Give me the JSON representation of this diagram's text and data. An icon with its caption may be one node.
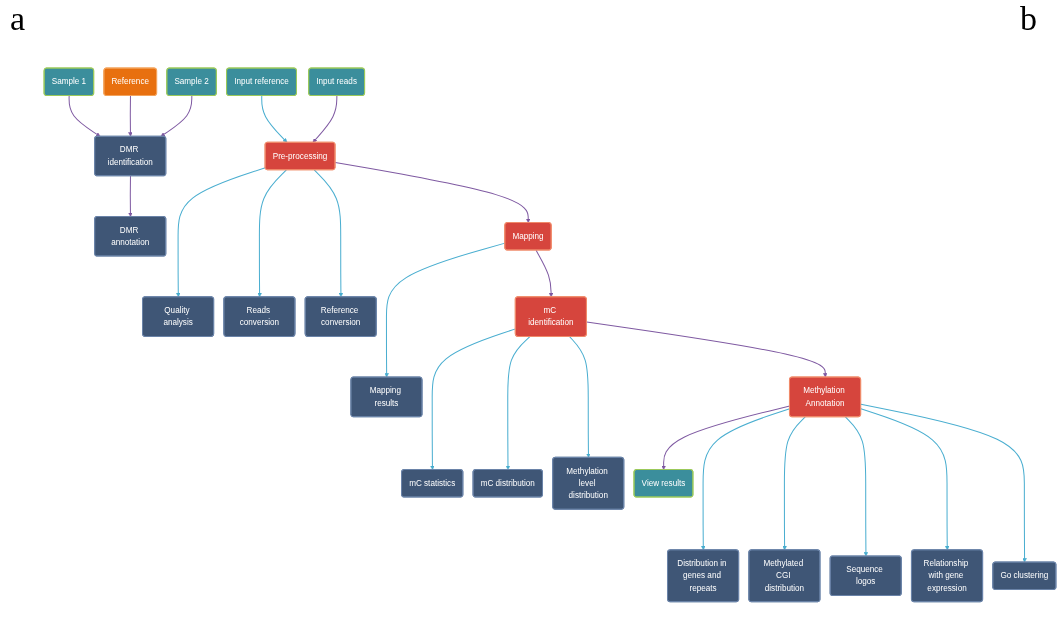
{
  "diagram": {
    "nodes": [
      {
        "text": [
          "Input reference"
        ]
      },
      {
        "text": [
          "Input reads"
        ]
      },
      {
        "text": [
          "Pre-processing"
        ]
      },
      {
        "text": [
          "Quality analysis"
        ]
      },
      {
        "text": [
          "Reads conversion"
        ]
      },
      {
        "text": [
          "Reference conversion"
        ]
      },
      {
        "text": [
          "Mapping"
        ]
      },
      {
        "text": [
          "Mapping results"
        ]
      },
      {
        "text": [
          "mC identification"
        ]
      },
      {
        "text": [
          "mC statistics"
        ]
      },
      {
        "text": [
          "mC distribution"
        ]
      },
      {
        "text": [
          "Methylation level distribution"
        ]
      },
      {
        "text": [
          "Methylation Annotation"
        ]
      },
      {
        "text": [
          "View results"
        ]
      },
      {
        "text": [
          "Distribution in genes and repeats"
        ]
      },
      {
        "text": [
          "Methylated CGI distribution"
        ]
      },
      {
        "text": [
          "Sequence logos"
        ]
      },
      {
        "text": [
          "Relationship with gene expression"
        ]
      },
      {
        "text": [
          "Go clustering"
        ]
      },
      {
        "text": [
          "Sample 1"
        ]
      },
      {
        "text": [
          "Reference"
        ]
      },
      {
        "text": [
          "Sample 2"
        ]
      },
      {
        "text": [
          "DMR identification"
        ]
      },
      {
        "text": [
          "DMR annotation"
        ]
      }
    ],
    "edges": [
      {
        "from": 0,
        "to": 2,
        "arrow": "to"
      },
      {
        "from": 1,
        "to": 2,
        "arrow": "to",
        "color": "#7f5aa2"
      },
      {
        "from": 2,
        "to": 3,
        "arrow": "to"
      },
      {
        "from": 2,
        "to": 4,
        "arrow": "to"
      },
      {
        "from": 2,
        "to": 5,
        "arrow": "to"
      },
      {
        "from": 2,
        "to": 6,
        "arrow": "to",
        "color": "#7f5aa2"
      },
      {
        "from": 6,
        "to": 7,
        "arrow": "to"
      },
      {
        "from": 6,
        "to": 8,
        "arrow": "to",
        "color": "#7f5aa2"
      },
      {
        "from": 8,
        "to": 9,
        "arrow": "to"
      },
      {
        "from": 8,
        "to": 10,
        "arrow": "to"
      },
      {
        "from": 8,
        "to": 11,
        "arrow": "to"
      },
      {
        "from": 8,
        "to": 12,
        "arrow": "to",
        "color": "#7f5aa2"
      },
      {
        "from": 12,
        "to": 13,
        "arrow": "to",
        "color": "#7f5aa2"
      },
      {
        "from": 12,
        "to": 14,
        "arrow": "to"
      },
      {
        "from": 12,
        "to": 15,
        "arrow": "to"
      },
      {
        "from": 12,
        "to": 16,
        "arrow": "to"
      },
      {
        "from": 12,
        "to": 17,
        "arrow": "to"
      },
      {
        "from": 12,
        "to": 18,
        "arrow": "to"
      },
      {
        "from": 19,
        "to": 22,
        "arrow": "to",
        "color": "#7f5aa2"
      },
      {
        "from": 20,
        "to": 22,
        "arrow": "to",
        "color": "#7f5aa2"
      },
      {
        "from": 21,
        "to": 22,
        "arrow": "to",
        "color": "#7f5aa2"
      },
      {
        "from": 22,
        "to": 23,
        "arrow": "to",
        "color": "#7f5aa2"
      }
    ],
    "labels": [
      "a",
      "b"
    ]
  }
}
